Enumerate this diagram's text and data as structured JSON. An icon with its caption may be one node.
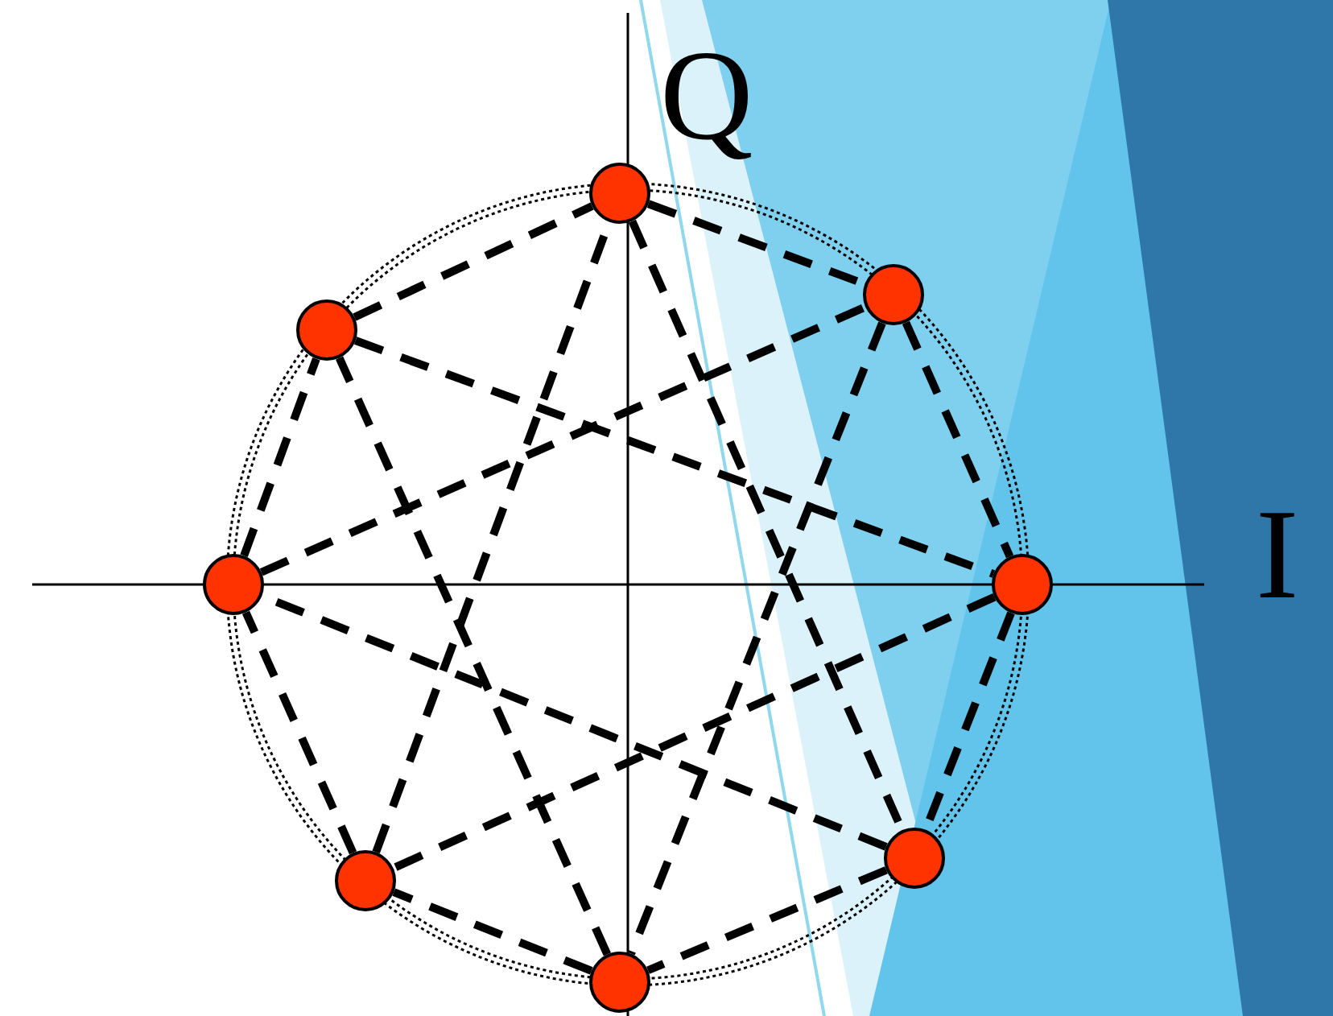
{
  "diagram": {
    "nodes": [
      {
        "text": [],
        "shape": "circle"
      },
      {
        "text": [],
        "shape": "circle"
      },
      {
        "text": [],
        "shape": "circle"
      },
      {
        "text": [],
        "shape": "circle"
      },
      {
        "text": [],
        "shape": "circle"
      },
      {
        "text": [],
        "shape": "circle"
      },
      {
        "text": [],
        "shape": "circle"
      },
      {
        "text": [],
        "shape": "circle"
      }
    ],
    "edges": [
      {
        "from": 0,
        "to": 1,
        "arrow": "none",
        "style": "dashed"
      },
      {
        "from": 1,
        "to": 4,
        "arrow": "none",
        "style": "dashed"
      },
      {
        "from": 4,
        "to": 5,
        "arrow": "none",
        "style": "dashed"
      },
      {
        "from": 5,
        "to": 7,
        "arrow": "none",
        "style": "dashed"
      },
      {
        "from": 7,
        "to": 6,
        "arrow": "none",
        "style": "dashed"
      },
      {
        "from": 6,
        "to": 3,
        "arrow": "none",
        "style": "dashed"
      },
      {
        "from": 3,
        "to": 2,
        "arrow": "none",
        "style": "dashed"
      },
      {
        "from": 2,
        "to": 0,
        "arrow": "none",
        "style": "dashed"
      },
      {
        "from": 0,
        "to": 5,
        "arrow": "none",
        "style": "dashed"
      },
      {
        "from": 1,
        "to": 7,
        "arrow": "none",
        "style": "dashed"
      },
      {
        "from": 4,
        "to": 6,
        "arrow": "none",
        "style": "dashed"
      },
      {
        "from": 5,
        "to": 3,
        "arrow": "none",
        "style": "dashed"
      },
      {
        "from": 7,
        "to": 2,
        "arrow": "none",
        "style": "dashed"
      },
      {
        "from": 6,
        "to": 0,
        "arrow": "none",
        "style": "dashed"
      },
      {
        "from": 3,
        "to": 1,
        "arrow": "none",
        "style": "dashed"
      },
      {
        "from": 2,
        "to": 4,
        "arrow": "none",
        "style": "dashed"
      }
    ],
    "labels": [
      "Q",
      "I"
    ]
  }
}
